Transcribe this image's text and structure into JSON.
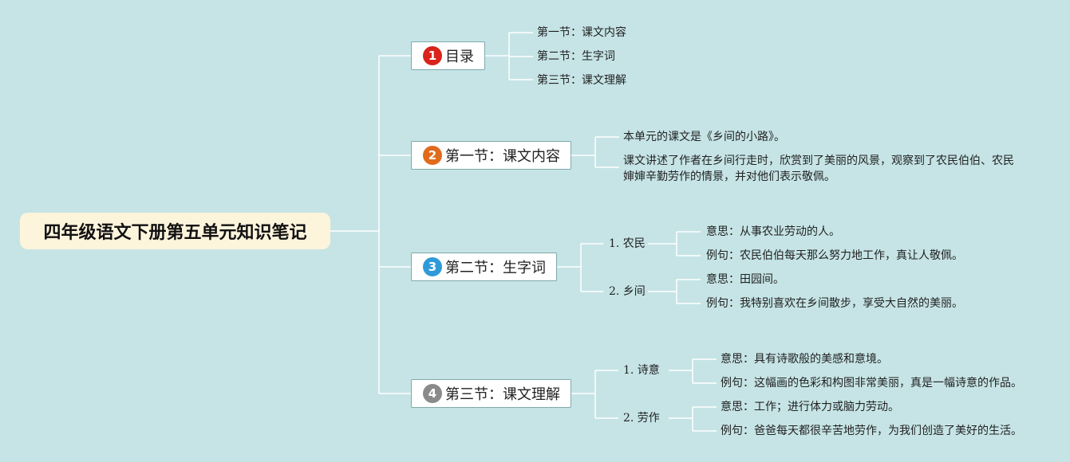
{
  "root": {
    "title": "四年级语文下册第五单元知识笔记"
  },
  "colors": {
    "background": "#c6e4e6",
    "root_fill": "#fdf4dc",
    "connector": "#ffffff",
    "badge_1": "#d9231b",
    "badge_2": "#e06b1d",
    "badge_3": "#2f9ad9",
    "badge_4": "#8a8a8a"
  },
  "branches": [
    {
      "num": "1",
      "label": "目录",
      "children": [
        "第一节：课文内容",
        "第二节：生字词",
        "第三节：课文理解"
      ]
    },
    {
      "num": "2",
      "label": "第一节：课文内容",
      "children": [
        "本单元的课文是《乡间的小路》。",
        "课文讲述了作者在乡间行走时，欣赏到了美丽的风景，观察到了农民伯伯、农民",
        "婶婶辛勤劳作的情景，并对他们表示敬佩。"
      ]
    },
    {
      "num": "3",
      "label": "第二节：生字词",
      "words": [
        {
          "word": "1. 农民",
          "meaning": "意思：从事农业劳动的人。",
          "example": "例句：农民伯伯每天那么努力地工作，真让人敬佩。"
        },
        {
          "word": "2. 乡间",
          "meaning": "意思：田园间。",
          "example": "例句：我特别喜欢在乡间散步，享受大自然的美丽。"
        }
      ]
    },
    {
      "num": "4",
      "label": "第三节：课文理解",
      "words": [
        {
          "word": "1. 诗意",
          "meaning": "意思：具有诗歌般的美感和意境。",
          "example": "例句：这幅画的色彩和构图非常美丽，真是一幅诗意的作品。"
        },
        {
          "word": "2. 劳作",
          "meaning": "意思：工作；进行体力或脑力劳动。",
          "example": "例句：爸爸每天都很辛苦地劳作，为我们创造了美好的生活。"
        }
      ]
    }
  ]
}
